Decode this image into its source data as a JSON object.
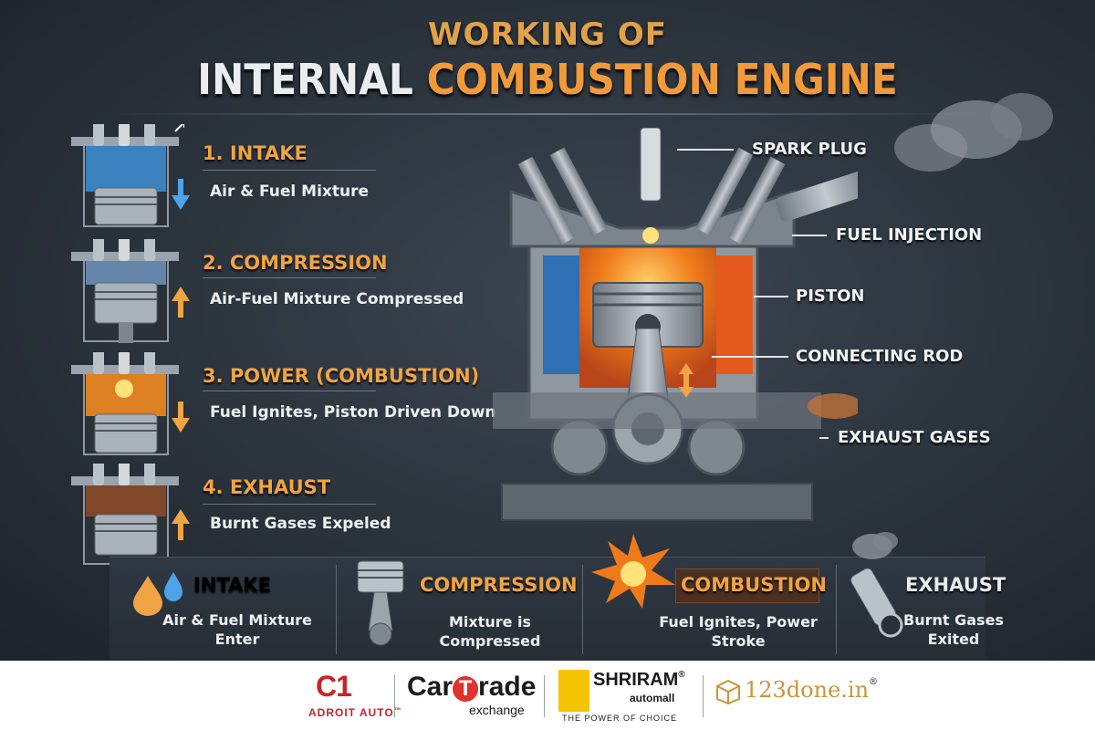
{
  "title": {
    "line1": "WORKING OF",
    "line2_white": "INTERNAL",
    "line2_orange": "COMBUSTION ENGINE"
  },
  "steps": [
    {
      "title": "1. INTAKE",
      "desc": "Air & Fuel Mixture",
      "arrow": "down",
      "arrow_color": "#4ea3e8",
      "glow": "#4a98d8"
    },
    {
      "title": "2. COMPRESSION",
      "desc": "Air-Fuel Mixture Compressed",
      "arrow": "up",
      "arrow_color": "#f0a443",
      "glow": "#6b8fb8"
    },
    {
      "title": "3. POWER (COMBUSTION)",
      "desc": "Fuel Ignites, Piston Driven Down",
      "arrow": "down",
      "arrow_color": "#f0a443",
      "glow": "#f08a20"
    },
    {
      "title": "4. EXHAUST",
      "desc": "Burnt Gases Expeled",
      "arrow": "up",
      "arrow_color": "#f0a443",
      "glow": "#8a4a2a"
    }
  ],
  "callouts": {
    "spark_plug": "SPARK PLUG",
    "fuel_injection": "FUEL INJECTION",
    "piston": "PISTON",
    "connecting_rod": "CONNECTING ROD",
    "exhaust_gases": "EXHAUST GASES"
  },
  "bottom": [
    {
      "title": "INTAKE",
      "desc_line1": "Air & Fuel Mixture",
      "desc_line2": "Enter",
      "title_color": "#e8ecef"
    },
    {
      "title": "COMPRESSION",
      "desc_line1": "Mixture is Compressed",
      "desc_line2": "",
      "title_color": "#f0a443"
    },
    {
      "title": "COMBUSTION",
      "desc_line1": "Fuel Ignites, Power Stroke",
      "desc_line2": "",
      "title_color": "#f0a443"
    },
    {
      "title": "EXHAUST",
      "desc_line1": "Burnt Gases",
      "desc_line2": "Exited",
      "title_color": "#e8ecef"
    }
  ],
  "footer": {
    "adroit_mark": "C1",
    "adroit": "ADROIT AUTO",
    "tm": "™",
    "cartrade_a": "Car",
    "cartrade_b": "T",
    "cartrade_c": "rade",
    "cartrade_sub": "exchange",
    "shriram": "SHRIRAM",
    "shriram_reg": "®",
    "shriram_sub": "automall",
    "shriram_tag": "THE POWER OF CHOICE",
    "done": "123done.in",
    "done_reg": "®"
  },
  "colors": {
    "accent_orange": "#f0a443",
    "intake_blue": "#4ea3e8",
    "adroit_red": "#c8242b",
    "cartrade_red": "#e0312d",
    "done_gold": "#c8963a"
  }
}
